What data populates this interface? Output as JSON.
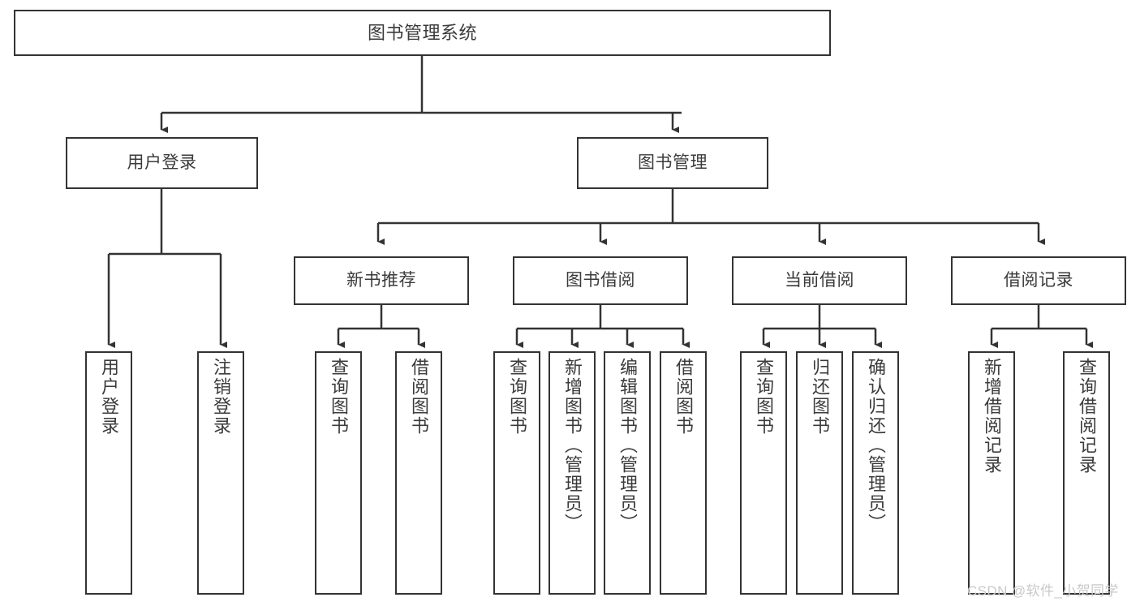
{
  "diagram": {
    "title": "图书管理系统",
    "type": "tree-hierarchy",
    "root": {
      "label": "图书管理系统"
    },
    "level1": [
      {
        "label": "用户登录"
      },
      {
        "label": "图书管理"
      }
    ],
    "level2": [
      {
        "label": "新书推荐"
      },
      {
        "label": "图书借阅"
      },
      {
        "label": "当前借阅"
      },
      {
        "label": "借阅记录"
      }
    ],
    "leaves": {
      "user_login": [
        {
          "label": "用户登录"
        },
        {
          "label": "注销登录"
        }
      ],
      "new_book_recommend": [
        {
          "label": "查询图书"
        },
        {
          "label": "借阅图书"
        }
      ],
      "book_borrow": [
        {
          "label": "查询图书"
        },
        {
          "label": "新增图书（管理员）"
        },
        {
          "label": "编辑图书（管理员）"
        },
        {
          "label": "借阅图书"
        }
      ],
      "current_borrow": [
        {
          "label": "查询图书"
        },
        {
          "label": "归还图书"
        },
        {
          "label": "确认归还（管理员）"
        }
      ],
      "borrow_record": [
        {
          "label": "新增借阅记录"
        },
        {
          "label": "查询借阅记录"
        }
      ]
    }
  },
  "watermark": {
    "text": "CSDN @软件_小贺同学"
  },
  "colors": {
    "border": "#333333",
    "text": "#3b3b3b",
    "background": "#ffffff",
    "watermark": "#c9c9c9"
  }
}
